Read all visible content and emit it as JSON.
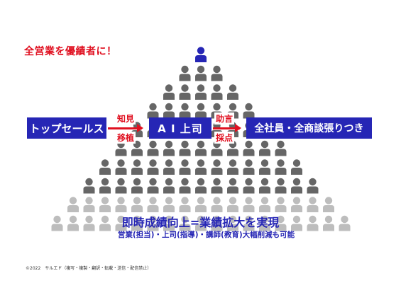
{
  "headline": "全営業を優績者に！",
  "flow": {
    "source": "トップセールス",
    "middle": "A I 上司",
    "target": "全社員・全商談張りつき",
    "arrow1_top": "知見",
    "arrow1_bottom": "移植",
    "arrow2_top": "助言",
    "arrow2_bottom": "採点"
  },
  "result": {
    "main": "即時成績向上=業績拡大を実現",
    "sub": "営業(担当)・上司(指導)・講師(教育)大幅削減も可能"
  },
  "copyright": "©2022　サルエド（複写・複製・翻訳・転載・送信・配信禁止）",
  "pyramid": {
    "rows": [
      1,
      3,
      5,
      7,
      9,
      11,
      13,
      15,
      17,
      19
    ],
    "colors": {
      "top_person": "#2626b5",
      "dark_person": "#666666",
      "light_person": "#bdbdbd"
    }
  },
  "colors": {
    "accent_red": "#e01020",
    "box_blue": "#2626b5"
  }
}
